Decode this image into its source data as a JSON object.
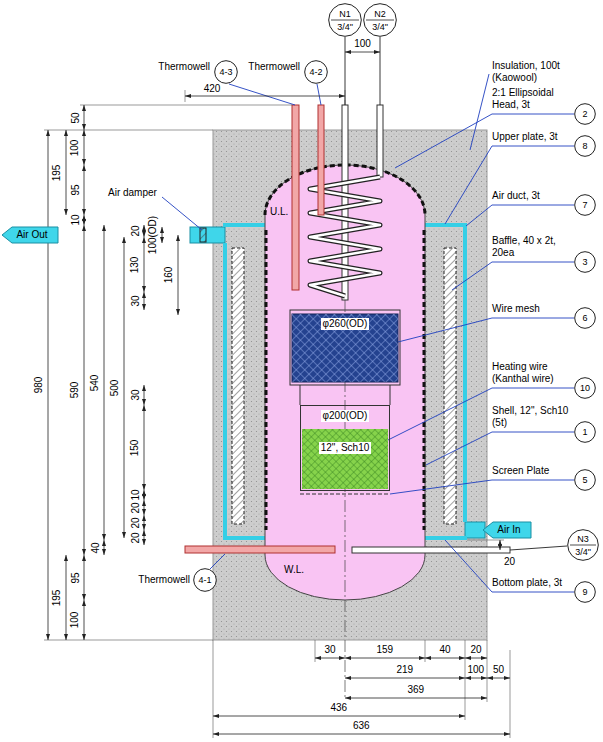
{
  "diagram": {
    "nodes": [
      {
        "text": [
          "N1",
          "3/4\""
        ]
      },
      {
        "text": [
          "N2",
          "3/4\""
        ]
      },
      {
        "text": [
          "4-3"
        ]
      },
      {
        "text": [
          "4-2"
        ]
      },
      {
        "text": [
          "2"
        ]
      },
      {
        "text": [
          "8"
        ]
      },
      {
        "text": [
          "Air Out"
        ]
      },
      {
        "text": [
          "7"
        ]
      },
      {
        "text": [
          "3"
        ]
      },
      {
        "text": [
          "φ260(OD)"
        ]
      },
      {
        "text": [
          "6"
        ]
      },
      {
        "text": [
          "10"
        ]
      },
      {
        "text": [
          "1"
        ]
      },
      {
        "text": [
          "φ200(OD)",
          "12\", Sch10"
        ]
      },
      {
        "text": [
          "5"
        ]
      },
      {
        "text": [
          "Air In"
        ]
      },
      {
        "text": [
          "N3",
          "3/4\""
        ]
      },
      {
        "text": [
          "9"
        ]
      },
      {
        "text": [
          "4-1"
        ]
      }
    ],
    "labels": [
      "100",
      "Thermowell",
      "Thermowell",
      "420",
      "Insulation, 100t (Kaowool)",
      "2:1 Ellipsoidal Head, 3t",
      "Upper plate, 3t",
      "Air damper",
      "Air duct, 3t",
      "U.L.",
      "Baffle, 40 x 2t, 20ea",
      "Wire mesh",
      "Heating wire (Kanthal wire)",
      "Shell, 12\", Sch10 (5t)",
      "Screen Plate",
      "Bottom plate, 3t",
      "20",
      "W.L.",
      "Thermowell",
      "980",
      "195",
      "195",
      "50",
      "100",
      "95",
      "10",
      "590",
      "95",
      "100",
      "540",
      "40",
      "500",
      "20",
      "130",
      "30",
      "30",
      "150",
      "10",
      "20",
      "20",
      "20",
      "100(OD)",
      "160",
      "30",
      "159",
      "40",
      "20",
      "219",
      "100",
      "50",
      "369",
      "436",
      "636"
    ]
  }
}
